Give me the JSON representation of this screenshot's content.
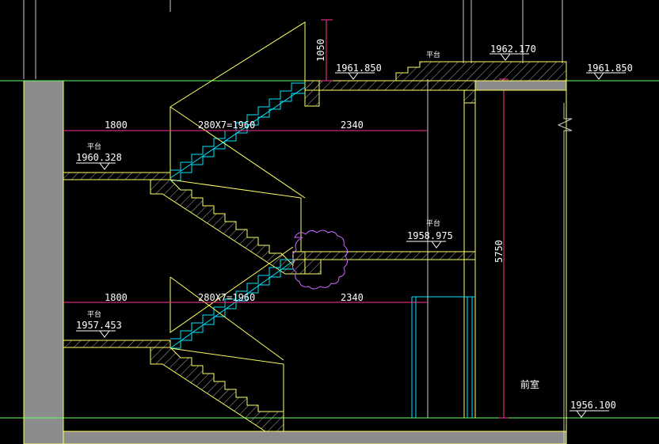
{
  "levels": {
    "top_right": "1961.850",
    "top_left": "1961.850",
    "roof": "1962.170",
    "mid_left": "1960.328",
    "landing": "1958.975",
    "low_left": "1957.453",
    "ground": "1956.100"
  },
  "dimensions": {
    "riser_height": "1050",
    "upper_left": "1800",
    "upper_steps": "280X7=1960",
    "upper_right": "2340",
    "lower_left": "1800",
    "lower_steps": "280X7=1960",
    "lower_right": "2340",
    "total_height": "5750"
  },
  "labels": {
    "platform_mark": "平台",
    "room": "前室"
  },
  "colors": {
    "background": "#000000",
    "outline": "#ffff66",
    "wall_fill": "#8c8c8c",
    "stairs": "#00e5ff",
    "dim_line": "#ff3399",
    "level_line": "#66ff66",
    "revision_cloud": "#cc66ff",
    "text": "#ffffff"
  }
}
